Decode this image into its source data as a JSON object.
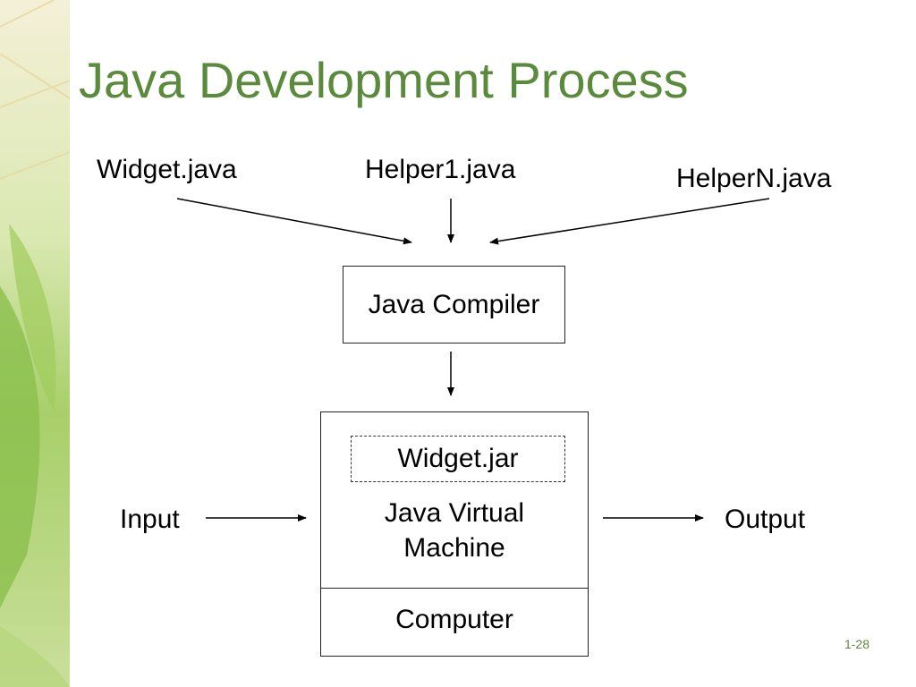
{
  "slide": {
    "title": "Java Development Process",
    "page_number": "1-28"
  },
  "sources": {
    "widget": "Widget.java",
    "helper1": "Helper1.java",
    "helperN": "HelperN.java"
  },
  "compiler": {
    "label": "Java Compiler"
  },
  "jvm": {
    "jar_label": "Widget.jar",
    "line1": "Java Virtual",
    "line2": "Machine"
  },
  "computer": {
    "label": "Computer"
  },
  "io": {
    "input": "Input",
    "output": "Output"
  },
  "colors": {
    "title": "#5a8a3c",
    "decor_green": "#8bbf4e"
  }
}
